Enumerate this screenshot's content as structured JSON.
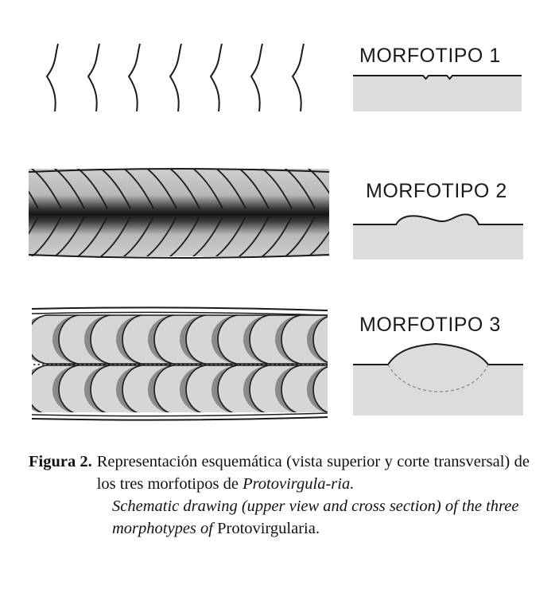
{
  "morphotypes": [
    {
      "label": "MORFOTIPO 1"
    },
    {
      "label": "MORFOTIPO 2"
    },
    {
      "label": "MORFOTIPO 3"
    }
  ],
  "caption": {
    "figure_label": "Figura 2",
    "figure_sep": ".",
    "spanish_text": "Representación esquemática (vista superior y corte transversal) de los tres morfotipos de ",
    "spanish_taxon": "Protovirgula-ria.",
    "english_text": "Schematic drawing (upper view and cross section) of the three morphotypes of ",
    "english_taxon": "Protovirgularia."
  },
  "colors": {
    "line": "#1a1a1a",
    "section_fill": "#dcdcdc",
    "band_fill": "#c4c4c4",
    "band_core": "#1c1c1c",
    "lobe_fill": "#d6d6d6",
    "lobe_shadow": "#8a8a8a"
  }
}
